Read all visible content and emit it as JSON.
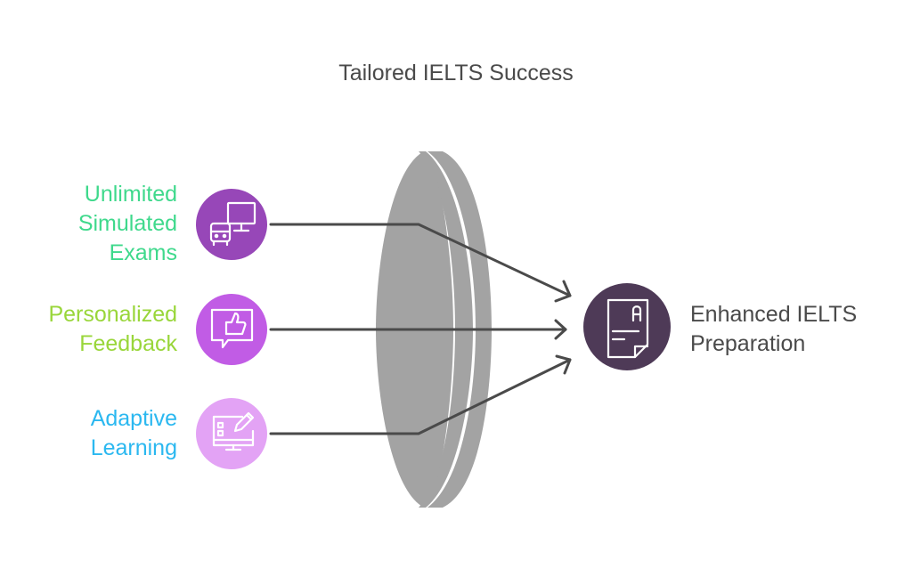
{
  "title": "Tailored IELTS Success",
  "inputs": [
    {
      "lines": [
        "Unlimited",
        "Simulated",
        "Exams"
      ],
      "icon": "monitor-bus-icon",
      "text_color": "#3fd98c",
      "circle_color": "#9747b8"
    },
    {
      "lines": [
        "Personalized",
        "Feedback"
      ],
      "icon": "thumbs-up-chat-icon",
      "text_color": "#99d63a",
      "circle_color": "#c15ce5"
    },
    {
      "lines": [
        "Adaptive",
        "Learning"
      ],
      "icon": "computer-pencil-icon",
      "text_color": "#2bb8f0",
      "circle_color": "#e3a3f5"
    }
  ],
  "lens": {
    "color": "#a3a3a3"
  },
  "output": {
    "lines": [
      "Enhanced IELTS",
      "Preparation"
    ],
    "icon": "document-grade-icon",
    "circle_color": "#4e3a57",
    "text_color": "#4a4a4a"
  },
  "connector_color": "#4a4a4a"
}
